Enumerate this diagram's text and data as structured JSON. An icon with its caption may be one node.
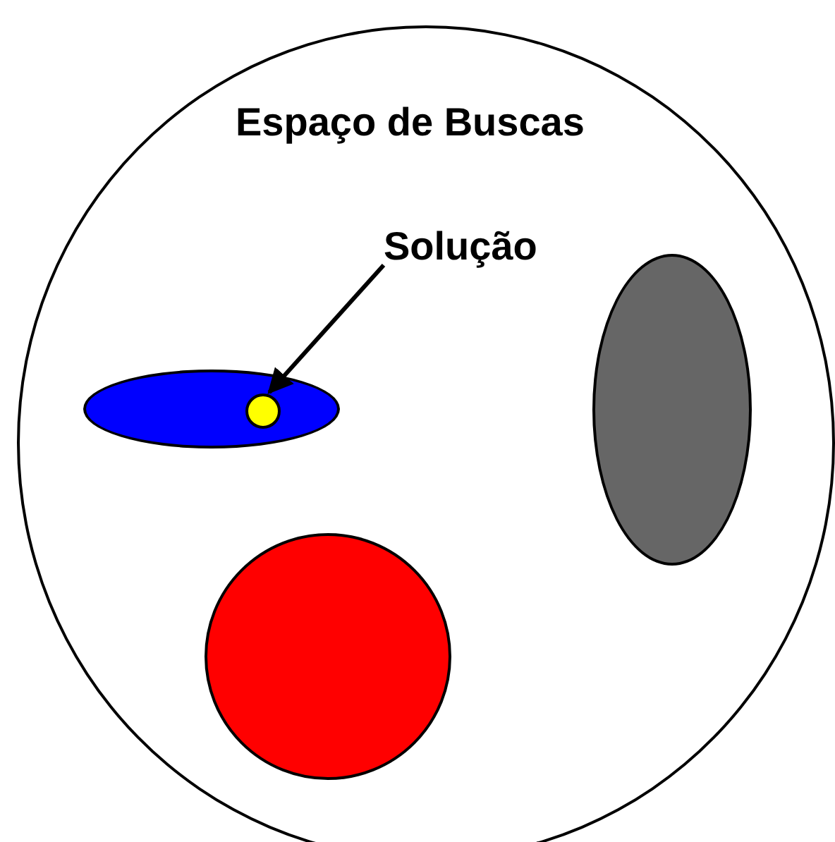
{
  "diagram": {
    "nodes": [
      {
        "text": [
          "Espaço de Buscas"
        ]
      },
      {
        "text": [
          "Solução"
        ],
        "in": 0
      },
      {
        "text": [],
        "shape": "ellipse",
        "in": 0
      },
      {
        "text": [],
        "shape": "circle",
        "in": 2
      },
      {
        "text": [],
        "shape": "ellipse",
        "in": 0
      },
      {
        "text": [],
        "shape": "circle",
        "in": 0
      }
    ],
    "edges": [
      {
        "from": 1,
        "to": 3,
        "arrow": "to"
      }
    ]
  }
}
